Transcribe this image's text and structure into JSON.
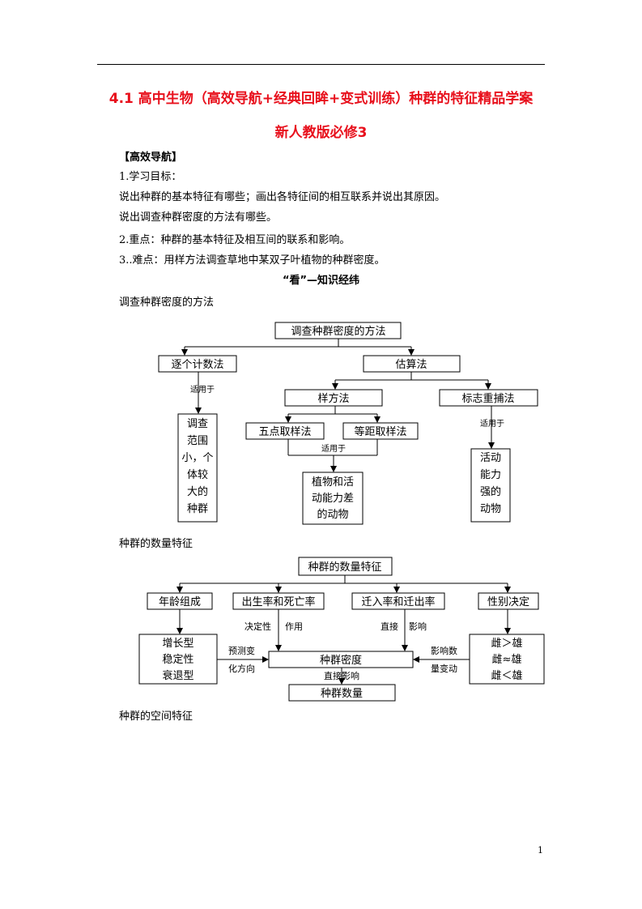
{
  "title_line1": "4.1 高中生物（高效导航+经典回眸+变式训练）种群的特征精品学案",
  "title_line2": "新人教版必修3",
  "section_heading": "【高效导航】",
  "lines": {
    "l1": "1.学习目标：",
    "l2": "说出种群的基本特征有哪些；画出各特征间的相互联系并说出其原因。",
    "l3": "说出调查种群密度的方法有哪些。",
    "l4": "2.重点：种群的基本特征及相互间的联系和影响。",
    "l5": "3..难点：用样方法调查草地中某双子叶植物的种群密度。"
  },
  "subheading": "“看”—知识经纬",
  "caption1": "调查种群密度的方法",
  "caption2": "种群的数量特征",
  "caption3": "种群的空间特征",
  "page_number": "1",
  "diagram1": {
    "root": "调查种群密度的方法",
    "count_method": "逐个计数法",
    "estimate_method": "估算法",
    "applies_to": "适用于",
    "count_target": [
      "调查",
      "范围",
      "小，个",
      "体较",
      "大的",
      "种群"
    ],
    "quadrat": "样方法",
    "mark_recapture": "标志重捕法",
    "five_point": "五点取样法",
    "equal_distance": "等距取样法",
    "quadrat_target": [
      "植物和活",
      "动能力差",
      "的动物"
    ],
    "mark_target": [
      "活动",
      "能力",
      "强的",
      "动物"
    ]
  },
  "diagram2": {
    "root": "种群的数量特征",
    "age": "年龄组成",
    "birth_death": "出生率和死亡率",
    "migration": "迁入率和迁出率",
    "sex_ratio": "性别决定",
    "age_types": [
      "增长型",
      "稳定性",
      "衰退型"
    ],
    "sex_types": [
      "雌＞雄",
      "雌≈雄",
      "雌＜雄"
    ],
    "density": "种群密度",
    "quantity": "种群数量",
    "decisive": "决定性",
    "effect": "作用",
    "direct": "直接",
    "influence": "影响",
    "predict": [
      "预测变",
      "化方向"
    ],
    "affect_num": [
      "影响数",
      "量变动"
    ],
    "direct_influence": "直接影响"
  }
}
